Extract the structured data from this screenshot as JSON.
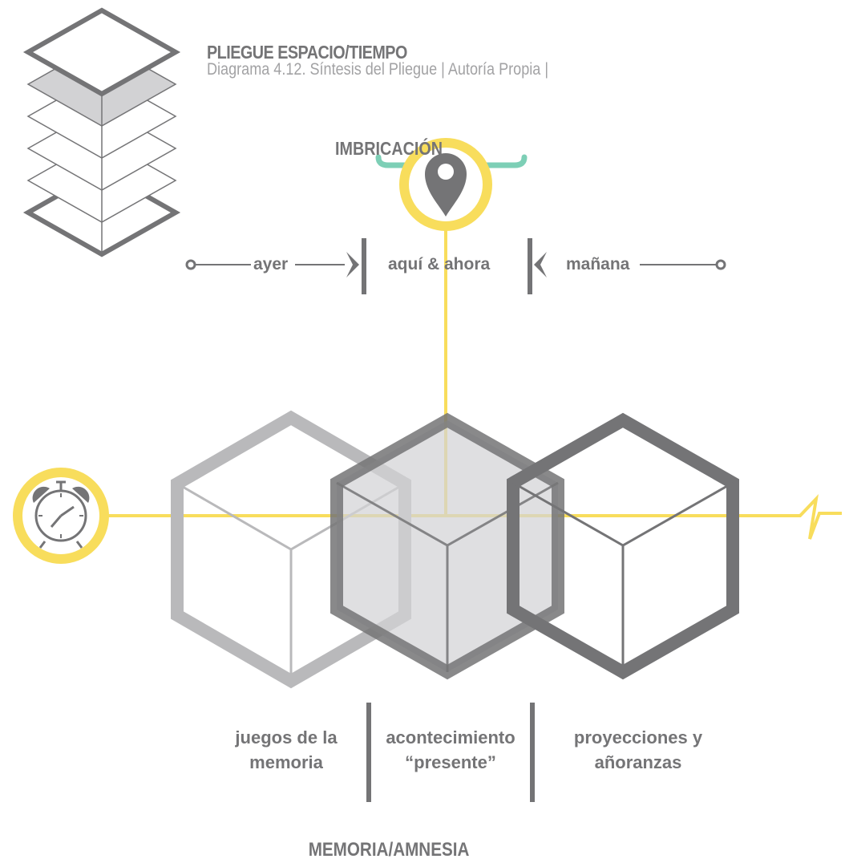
{
  "header": {
    "title": "PLIEGUE ESPACIO/TIEMPO",
    "subtitle": "Diagrama 4.12. Síntesis del Pliegue | Autoría Propia |"
  },
  "brace_label": "IMBRICACIÓN",
  "timeline": {
    "past": "ayer",
    "present": "aquí & ahora",
    "future": "mañana"
  },
  "columns": [
    {
      "line1": "juegos de la",
      "line2": "memoria"
    },
    {
      "line1": "acontecimiento",
      "line2": "“presente”"
    },
    {
      "line1": "proyecciones y",
      "line2": "añoranzas"
    }
  ],
  "footer": "MEMORIA/AMNESIA",
  "icons": {
    "layers": "layers-stack-icon",
    "location": "location-pin-icon",
    "clock": "alarm-clock-icon"
  },
  "colors": {
    "dark_gray": "#747476",
    "light_gray": "#b9b9bb",
    "fill_gray": "#d3d3d5",
    "yellow": "#f8dd5c",
    "teal": "#7dcfb6"
  }
}
